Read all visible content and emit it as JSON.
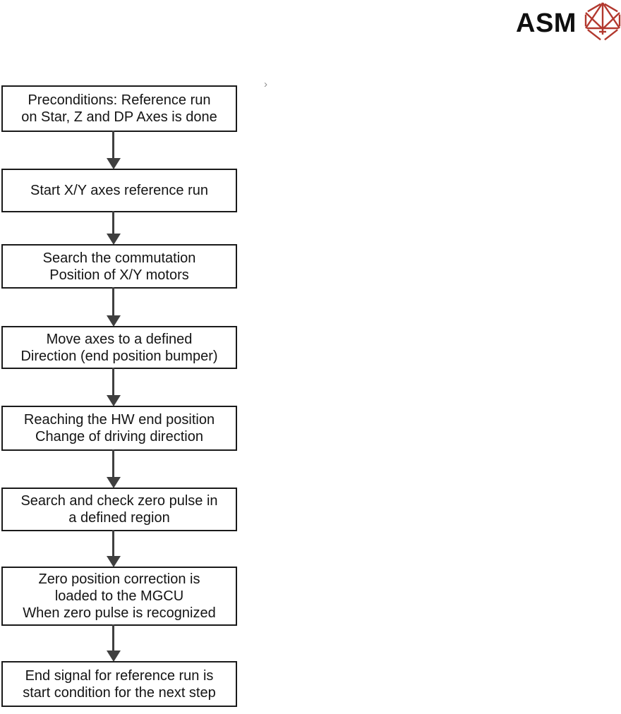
{
  "page": {
    "background_color": "#ffffff"
  },
  "logo": {
    "wordmark": "ASM",
    "wordmark_color": "#0f0f0f",
    "icon_name": "asm-polyhedron-icon",
    "icon_color": "#b2382e"
  },
  "decoration": {
    "chevron_glyph": "›",
    "chevron_color": "#8f8f8f"
  },
  "flowchart": {
    "box_border_color": "#1a1a1a",
    "box_background": "#ffffff",
    "text_color": "#141414",
    "arrow_color": "#3f3f3f",
    "steps": [
      {
        "lines": [
          "Preconditions: Reference run",
          "on Star, Z and DP Axes is done"
        ]
      },
      {
        "lines": [
          "Start X/Y axes reference run"
        ]
      },
      {
        "lines": [
          "Search the commutation",
          "Position of X/Y motors"
        ]
      },
      {
        "lines": [
          "Move axes to a defined",
          "Direction (end position bumper)"
        ]
      },
      {
        "lines": [
          "Reaching the HW end position",
          "Change of driving direction"
        ]
      },
      {
        "lines": [
          "Search and check zero pulse in",
          "a defined region"
        ]
      },
      {
        "lines": [
          "Zero position correction is",
          "loaded to the MGCU",
          "When zero pulse is recognized"
        ]
      },
      {
        "lines": [
          "End signal for reference run is",
          "start condition for the next step"
        ]
      }
    ]
  }
}
